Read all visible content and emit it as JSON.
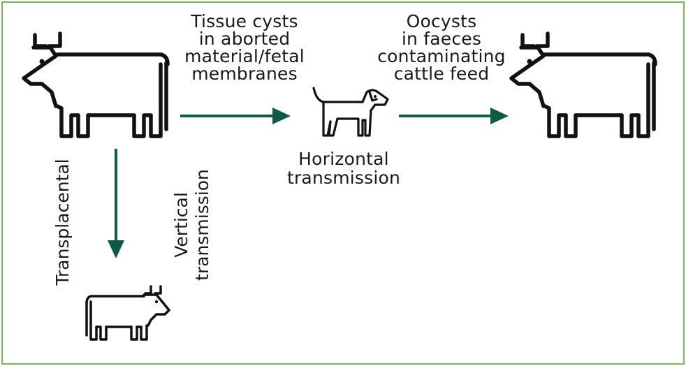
{
  "colors": {
    "frame": "#79b35a",
    "arrow": "#0f5a45",
    "icon": "#111111",
    "text": "#1a1a1a"
  },
  "icons": {
    "source_cow": "cow-icon",
    "dog": "dog-icon",
    "target_cow": "cow-icon",
    "calf": "calf-icon"
  },
  "labels": {
    "tissue_cysts": [
      "Tissue cysts",
      "in aborted",
      "material/fetal",
      "membranes"
    ],
    "oocysts": [
      "Oocysts",
      "in faeces",
      "contaminating",
      "cattle feed"
    ],
    "horizontal": [
      "Horizontal",
      "transmission"
    ],
    "transplacental": "Transplacental",
    "vertical": [
      "Vertical",
      "transmission"
    ]
  }
}
